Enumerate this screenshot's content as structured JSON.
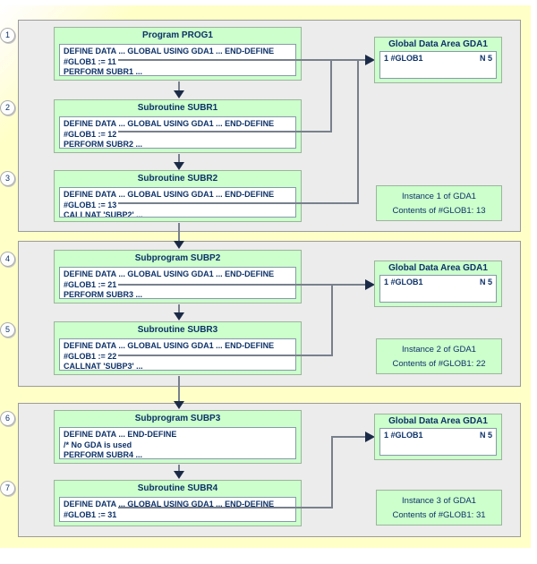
{
  "colors": {
    "page_background": "#ffffc8",
    "panel_gray": "#ececec",
    "box_green": "#ccffcc",
    "text_navy": "#0d3268",
    "connector_gray": "#78808c",
    "arrow_navy": "#1b2b47"
  },
  "steps": [
    "1",
    "2",
    "3",
    "4",
    "5",
    "6",
    "7"
  ],
  "program_boxes": [
    {
      "title": "Program PROG1",
      "lines": [
        "DEFINE DATA ... GLOBAL USING GDA1 ... END-DEFINE",
        "#GLOB1 := 11",
        "PERFORM SUBR1 ..."
      ]
    },
    {
      "title": "Subroutine SUBR1",
      "lines": [
        "DEFINE DATA ... GLOBAL USING GDA1 ... END-DEFINE",
        "#GLOB1 := 12",
        "PERFORM SUBR2 ..."
      ]
    },
    {
      "title": "Subroutine SUBR2",
      "lines": [
        "DEFINE DATA ... GLOBAL USING GDA1 ... END-DEFINE",
        "#GLOB1 := 13",
        "CALLNAT 'SUBP2' ..."
      ]
    },
    {
      "title": "Subprogram SUBP2",
      "lines": [
        "DEFINE DATA ... GLOBAL USING GDA1 ... END-DEFINE",
        "#GLOB1 := 21",
        "PERFORM SUBR3 ..."
      ]
    },
    {
      "title": "Subroutine SUBR3",
      "lines": [
        "DEFINE DATA ... GLOBAL USING GDA1 ... END-DEFINE",
        "#GLOB1 := 22",
        "CALLNAT 'SUBP3' ..."
      ]
    },
    {
      "title": "Subprogram SUBP3",
      "lines": [
        "DEFINE DATA ... END-DEFINE",
        "/* No GDA is used",
        "PERFORM SUBR4 ..."
      ]
    },
    {
      "title": "Subroutine SUBR4",
      "lines": [
        "DEFINE DATA ... GLOBAL USING GDA1 ... END-DEFINE",
        "#GLOB1 := 31"
      ]
    }
  ],
  "gda_boxes": [
    {
      "title": "Global Data Area GDA1",
      "field": "1 #GLOB1",
      "format": "N 5"
    },
    {
      "title": "Global Data Area GDA1",
      "field": "1 #GLOB1",
      "format": "N 5"
    },
    {
      "title": "Global Data Area GDA1",
      "field": "1 #GLOB1",
      "format": "N 5"
    }
  ],
  "instance_boxes": [
    {
      "line1": "Instance 1 of GDA1",
      "line2": "Contents of #GLOB1: 13"
    },
    {
      "line1": "Instance 2 of GDA1",
      "line2": "Contents of #GLOB1: 22"
    },
    {
      "line1": "Instance 3 of GDA1",
      "line2": "Contents of #GLOB1: 31"
    }
  ]
}
